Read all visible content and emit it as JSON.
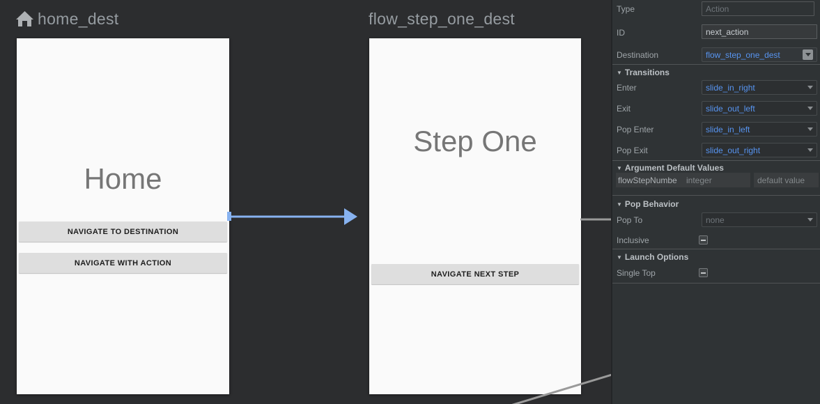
{
  "canvas": {
    "destinations": [
      {
        "title": "home_dest",
        "screen_title": "Home",
        "buttons": [
          "NAVIGATE TO DESTINATION",
          "NAVIGATE WITH ACTION"
        ],
        "icon": "home-icon"
      },
      {
        "title": "flow_step_one_dest",
        "screen_title": "Step One",
        "buttons": [
          "NAVIGATE NEXT STEP"
        ]
      }
    ],
    "colors": {
      "action_arrow_blue": "#87b2f0",
      "edge_line_gray": "#9a9a9a",
      "canvas_bg": "#2c2d2f",
      "screen_bg": "#fafafa"
    }
  },
  "panel": {
    "colors": {
      "accent_blue": "#5794f0",
      "panel_bg": "#2f3335"
    },
    "type_row": {
      "label": "Type",
      "placeholder": "Action"
    },
    "id_row": {
      "label": "ID",
      "value": "next_action"
    },
    "destination_row": {
      "label": "Destination",
      "value": "flow_step_one_dest",
      "icon": "chevron-down-icon"
    },
    "transitions": {
      "title": "Transitions",
      "collapse_icon": "▼",
      "rows": [
        {
          "label": "Enter",
          "value": "slide_in_right"
        },
        {
          "label": "Exit",
          "value": "slide_out_left"
        },
        {
          "label": "Pop Enter",
          "value": "slide_in_left"
        },
        {
          "label": "Pop Exit",
          "value": "slide_out_right"
        }
      ]
    },
    "argument_defaults": {
      "title": "Argument Default Values",
      "collapse_icon": "▼",
      "name": "flowStepNumbe",
      "type": "integer",
      "value_placeholder": "default value"
    },
    "pop_behavior": {
      "title": "Pop Behavior",
      "collapse_icon": "▼",
      "pop_to": {
        "label": "Pop To",
        "value": "none"
      },
      "inclusive": {
        "label": "Inclusive",
        "state": "indeterminate"
      }
    },
    "launch_options": {
      "title": "Launch Options",
      "collapse_icon": "▼",
      "single_top": {
        "label": "Single Top",
        "state": "indeterminate"
      }
    }
  }
}
